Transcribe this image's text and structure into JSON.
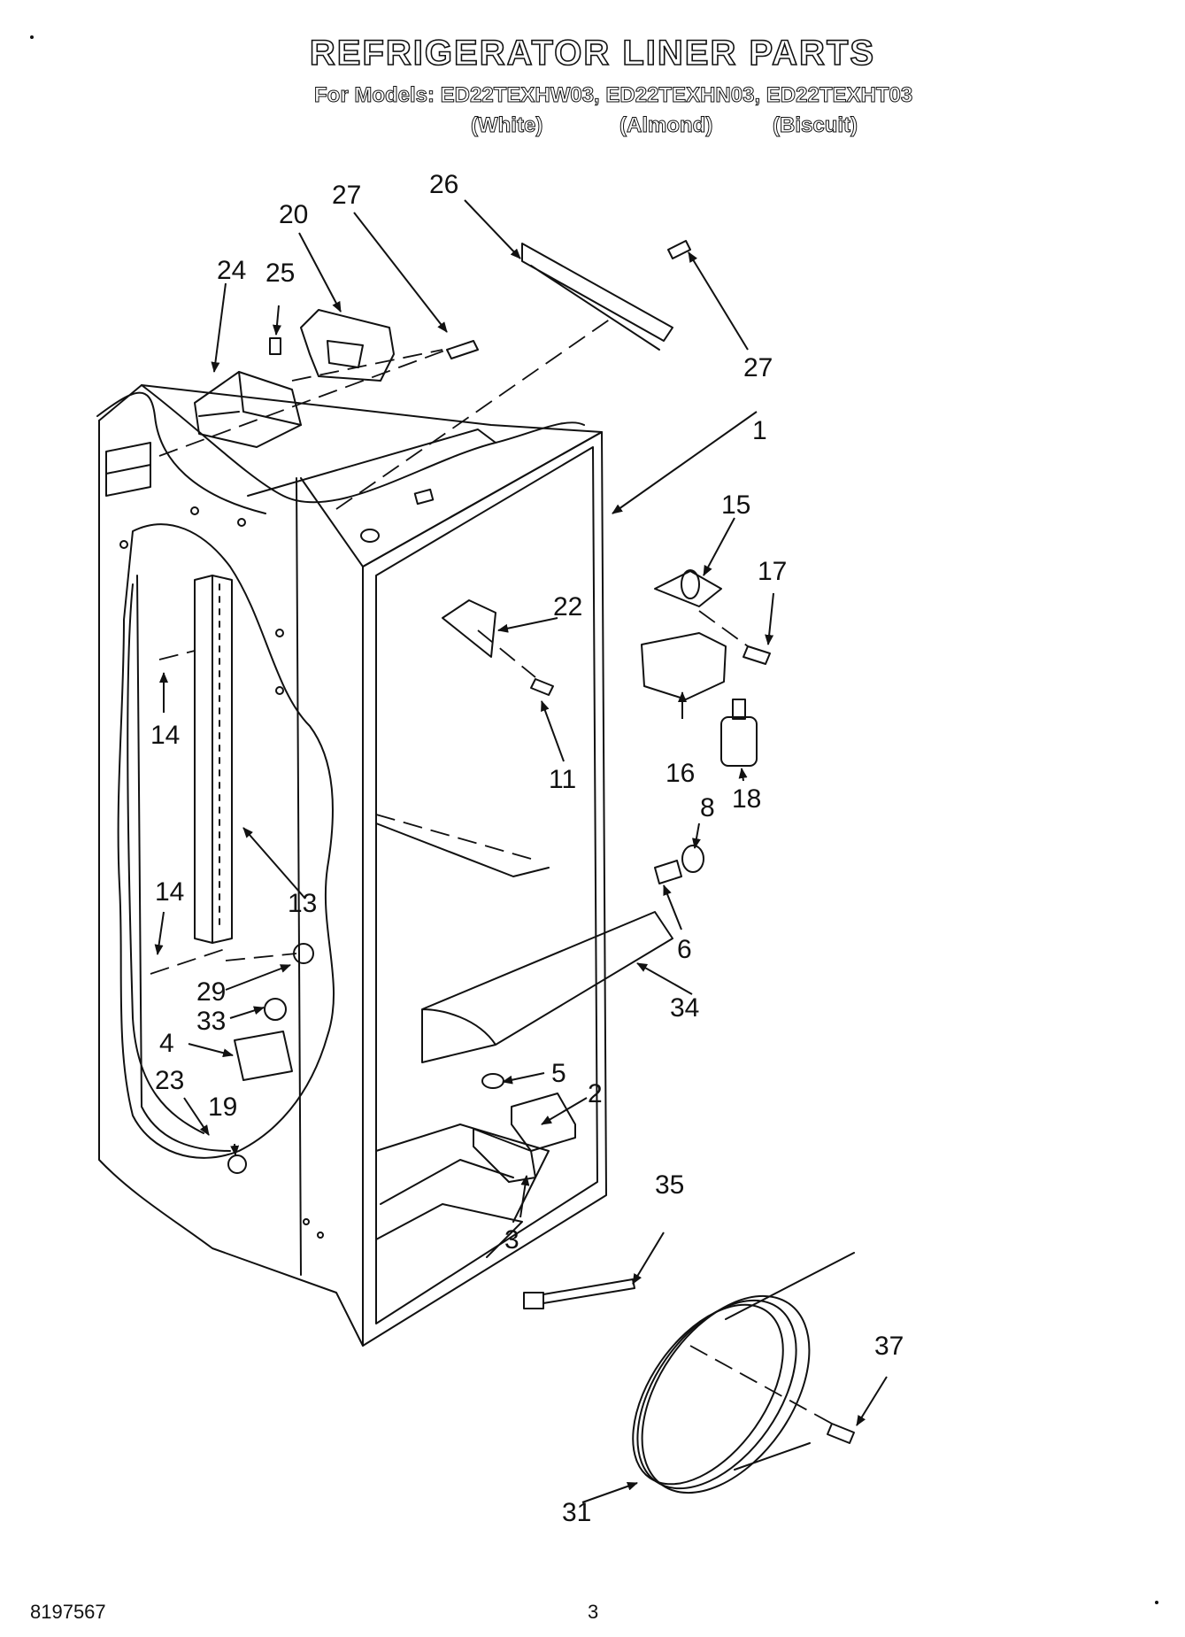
{
  "header": {
    "title": "REFRIGERATOR LINER PARTS",
    "models": "For Models: ED22TEXHW03, ED22TEXHN03, ED22TEXHT03",
    "variants": [
      "(White)",
      "(Almond)",
      "(Biscuit)"
    ]
  },
  "callouts": [
    "1",
    "2",
    "3",
    "4",
    "5",
    "6",
    "8",
    "11",
    "13",
    "14",
    "14",
    "15",
    "16",
    "17",
    "18",
    "19",
    "20",
    "22",
    "23",
    "24",
    "25",
    "26",
    "27",
    "27",
    "29",
    "31",
    "33",
    "34",
    "35",
    "37"
  ],
  "footer": {
    "doc_number": "8197567",
    "page_number": "3"
  }
}
